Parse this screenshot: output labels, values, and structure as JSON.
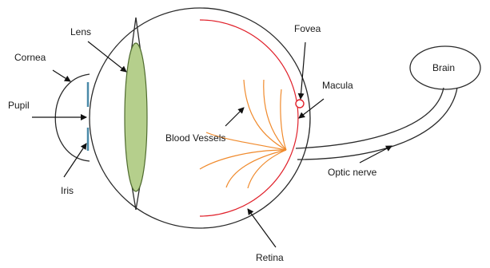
{
  "labels": {
    "cornea": "Cornea",
    "lens": "Lens",
    "pupil": "Pupil",
    "iris": "Iris",
    "blood_vessels": "Blood Vessels",
    "fovea": "Fovea",
    "macula": "Macula",
    "retina": "Retina",
    "brain": "Brain",
    "optic_nerve": "Optic nerve"
  },
  "colors": {
    "outline": "#2a2a2a",
    "lens_fill": "#b5cf8c",
    "lens_stroke": "#4f6b2f",
    "iris": "#4a8aa8",
    "retina": "#e0202a",
    "blood_vessels": "#f08a2c",
    "arrow": "#111111"
  }
}
